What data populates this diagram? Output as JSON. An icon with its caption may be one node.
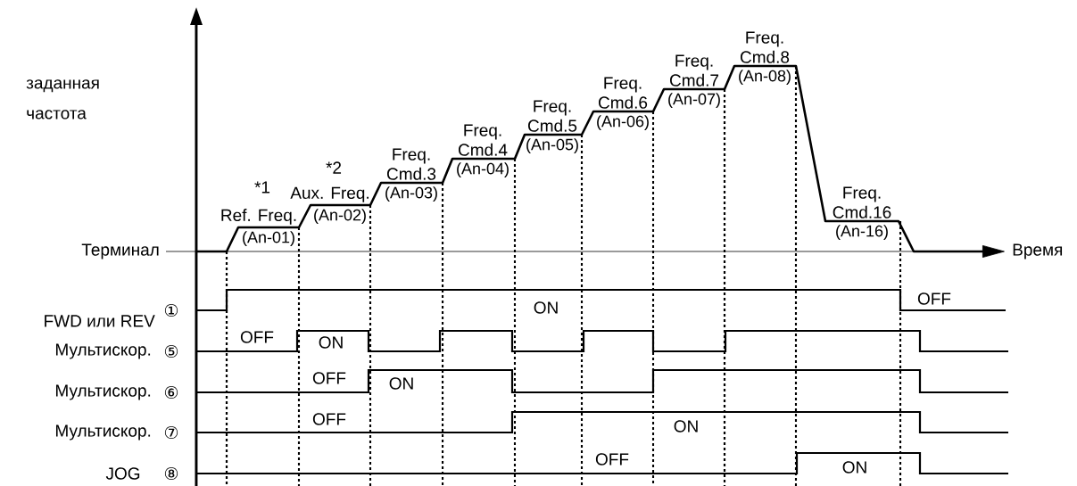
{
  "diagram": {
    "labels": [
      "заданная частота",
      "*1",
      "Ref. Freq.",
      "(An-01)",
      "*2",
      "Aux. Freq.",
      "(An-02)",
      "Freq. Cmd.3",
      "(An-03)",
      "Freq. Cmd.4",
      "(An-04)",
      "Freq. Cmd.5",
      "(An-05)",
      "Freq. Cmd.6",
      "(An-06)",
      "Freq. Cmd.7",
      "(An-07)",
      "Freq. Cmd.8",
      "(An-08)",
      "Freq. Cmd.16",
      "(An-16)",
      "Терминал",
      "Время",
      "FWD или REV",
      "①",
      "ON",
      "OFF",
      "Мультискор.",
      "⑤",
      "OFF",
      "ON",
      "Мультискор.",
      "⑥",
      "OFF",
      "ON",
      "Мультискор.",
      "⑦",
      "OFF",
      "ON",
      "JOG",
      "⑧",
      "OFF",
      "ON"
    ]
  }
}
